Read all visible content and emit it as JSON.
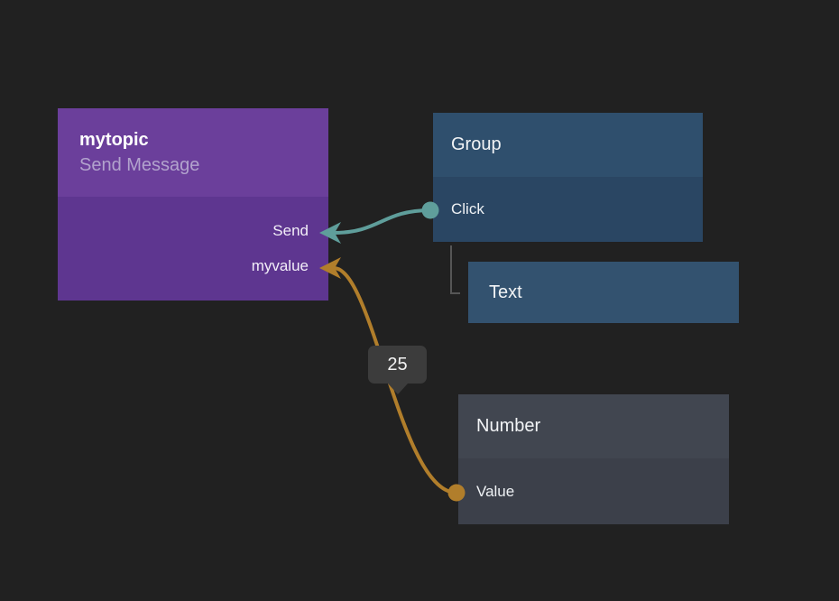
{
  "canvas": {
    "background": "#212121"
  },
  "nodes": {
    "send_message": {
      "title": "mytopic",
      "subtitle": "Send Message",
      "header_color": "#6b3f9b",
      "body_color": "#5e3690",
      "inputs": [
        {
          "label": "Send"
        },
        {
          "label": "myvalue"
        }
      ]
    },
    "group": {
      "title": "Group",
      "header_color": "#2f4f6d",
      "body_color": "#2a4663",
      "outputs": [
        {
          "label": "Click"
        }
      ]
    },
    "text": {
      "title": "Text",
      "color": "#33526f"
    },
    "number": {
      "title": "Number",
      "header_color": "#414650",
      "body_color": "#3c404a",
      "outputs": [
        {
          "label": "Value"
        }
      ]
    }
  },
  "connections": [
    {
      "from": "Group.Click",
      "to": "mytopic.Send",
      "color": "#5f9e9b"
    },
    {
      "from": "Number.Value",
      "to": "mytopic.myvalue",
      "color": "#b17e2b",
      "value_badge": "25"
    }
  ],
  "hierarchy_line_color": "#565656"
}
